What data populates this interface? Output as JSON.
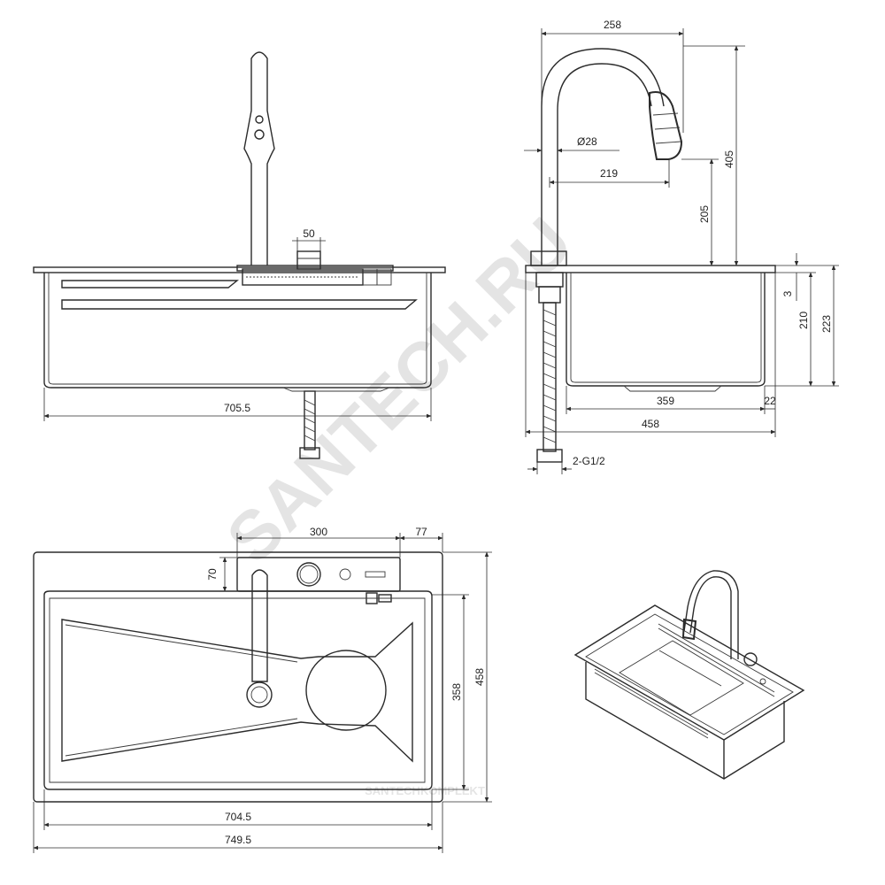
{
  "watermark": {
    "text": "SANTECH.RU",
    "small_text": "SANTECHKOMPLEKT"
  },
  "front_view": {
    "dim_top_width": "50",
    "dim_bottom_width": "705.5"
  },
  "side_view": {
    "dim_reach": "258",
    "dim_diameter": "Ø28",
    "dim_spout": "219",
    "dim_total_height": "405",
    "dim_spout_height": "205",
    "dim_rim": "3",
    "dim_depth": "210",
    "dim_depth_total": "223",
    "dim_bowl": "359",
    "dim_flange": "22",
    "dim_width": "458",
    "dim_connection": "2-G1/2"
  },
  "plan_view": {
    "dim_panel": "300",
    "dim_panel_offset": "77",
    "dim_panel_depth": "70",
    "dim_bowl_depth": "358",
    "dim_total_depth": "458",
    "dim_bowl_width": "704.5",
    "dim_total_width": "749.5"
  }
}
